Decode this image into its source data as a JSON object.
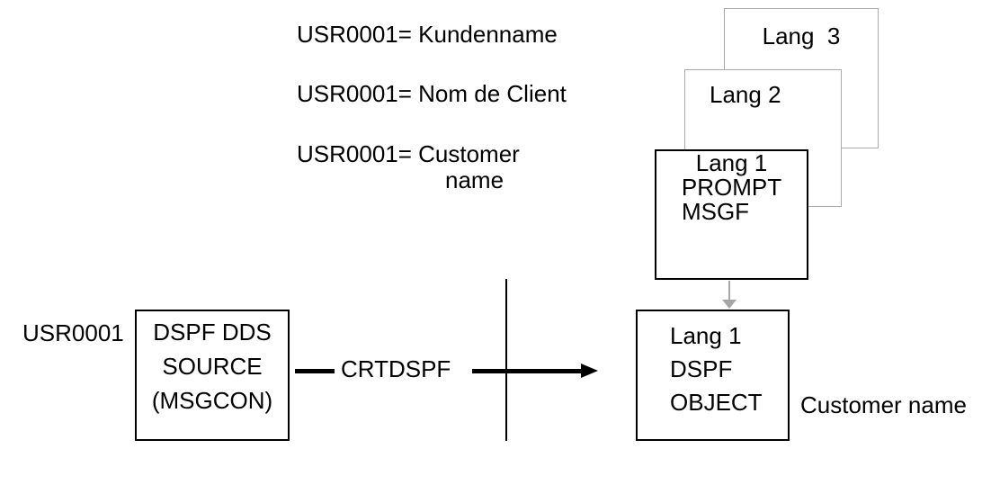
{
  "diagram": {
    "message_constants": {
      "lang3": "USR0001= Kundenname",
      "lang2": "USR0001= Nom de Client",
      "lang1_line1": "USR0001= Customer",
      "lang1_line2": "name"
    },
    "stacked_boxes": {
      "lang3": {
        "label": "Lang  3"
      },
      "lang2": {
        "label": "Lang 2"
      },
      "lang1_prompt": {
        "lines": [
          "Lang 1",
          "PROMPT",
          "MSGF"
        ]
      }
    },
    "flow": {
      "input_label": "USR0001",
      "source_box": {
        "lines": [
          "DSPF DDS",
          "SOURCE",
          "(MSGCON)"
        ]
      },
      "command_label": "CRTDSPF",
      "object_box": {
        "lines": [
          "Lang 1",
          "DSPF",
          "OBJECT"
        ]
      },
      "output_label": "Customer name"
    },
    "colors": {
      "background": "#ffffff",
      "text": "#000000",
      "black_border": "#000000",
      "gray_border": "#aaaaaa",
      "gray_arrow": "#a6a6a6",
      "black_arrow": "#000000"
    }
  }
}
